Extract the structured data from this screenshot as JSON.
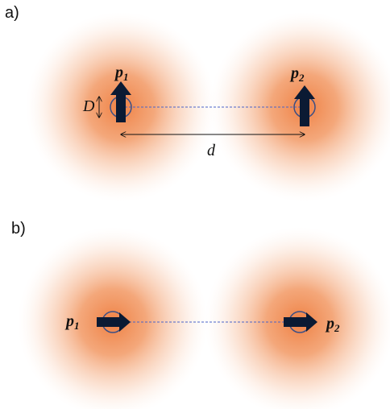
{
  "panel_a": {
    "label": "a)",
    "dipole1": {
      "symbol": "p",
      "subscript": "1"
    },
    "dipole2": {
      "symbol": "p",
      "subscript": "2"
    },
    "diameter_label": "D",
    "distance_label": "d"
  },
  "panel_b": {
    "label": "b)",
    "dipole1": {
      "symbol": "p",
      "subscript": "1"
    },
    "dipole2": {
      "symbol": "p",
      "subscript": "2"
    }
  },
  "colors": {
    "glow": "#ee7a3a",
    "arrow": "#0b1a33",
    "ring": "#3c4f85",
    "axis": "#4a63c8"
  }
}
